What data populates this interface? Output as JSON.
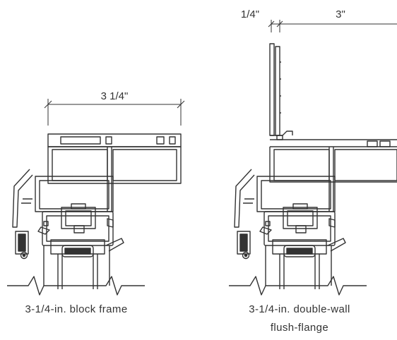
{
  "left_frame": {
    "dimension": "3 1/4\"",
    "caption": "3-1/4-in. block frame"
  },
  "right_frame": {
    "dimension_small": "1/4\"",
    "dimension_large": "3\"",
    "caption_line1": "3-1/4-in. double-wall",
    "caption_line2": "flush-flange"
  },
  "colors": {
    "line": "#333333"
  }
}
